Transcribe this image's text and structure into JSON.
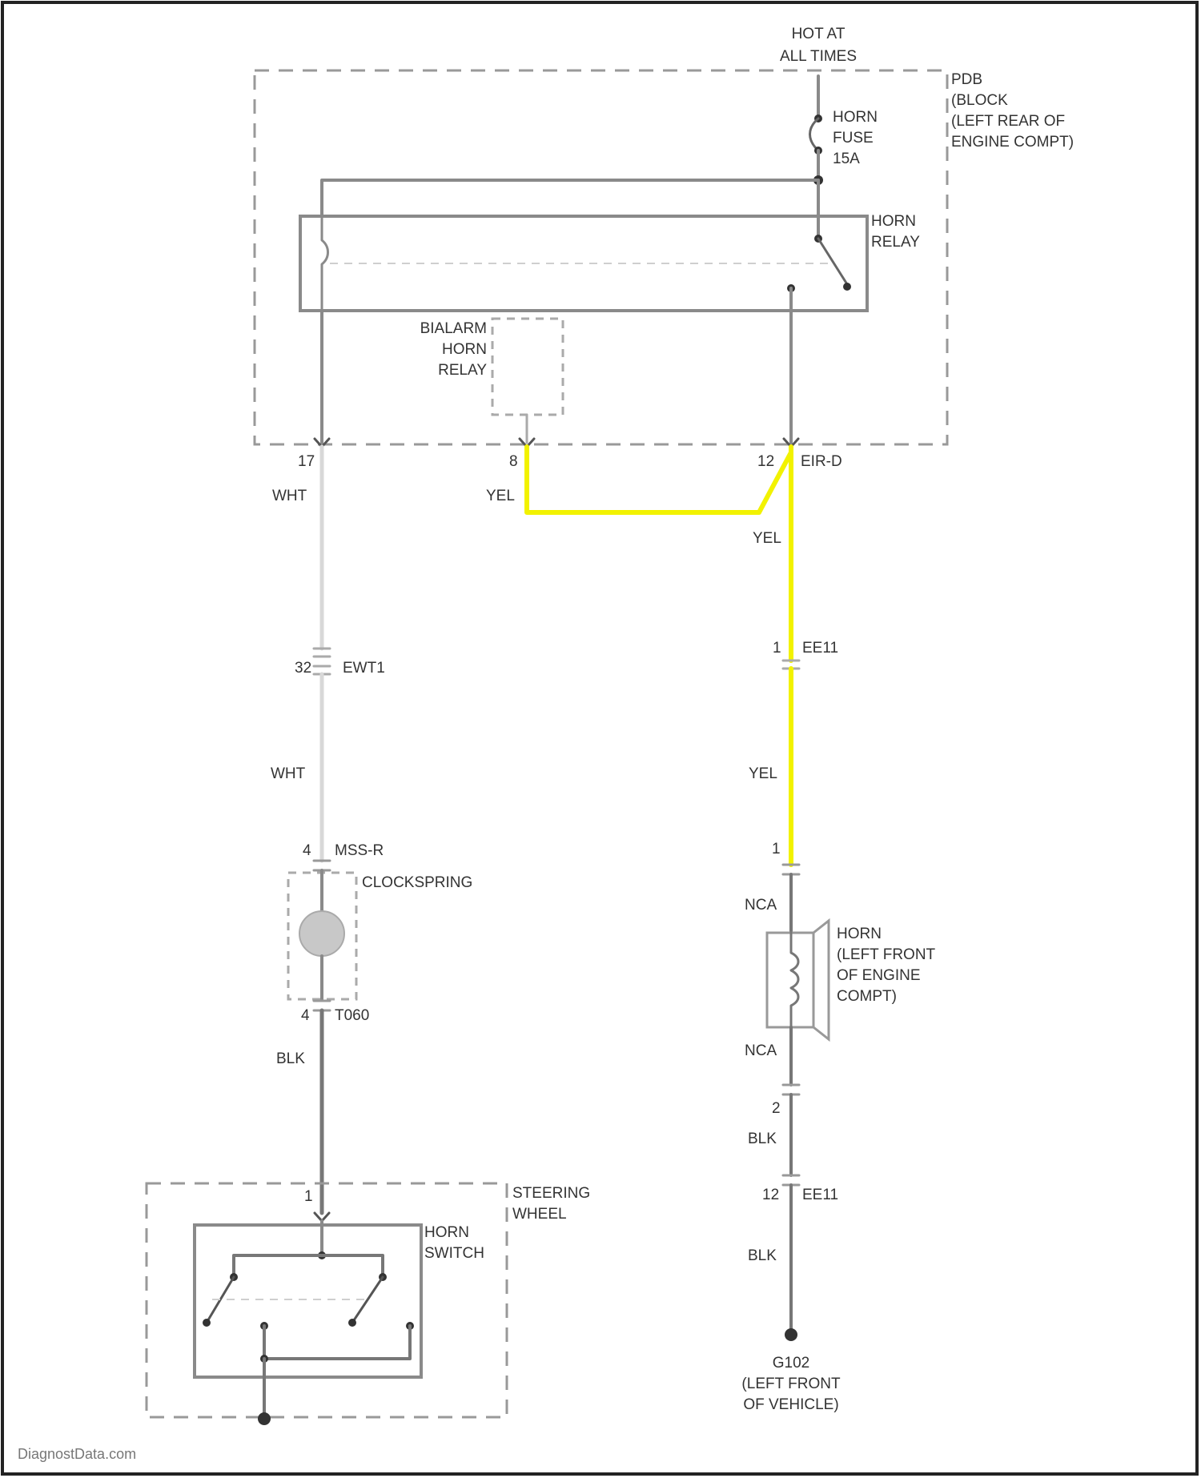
{
  "colors": {
    "wire_default": "#8a8a8a",
    "wire_wht": "#d8d8d8",
    "wire_highlight": "#f2f200",
    "wire_blk": "#777777",
    "text": "#333333"
  },
  "supply": {
    "line1": "HOT AT",
    "line2": "ALL TIMES"
  },
  "pdb": {
    "line1": "PDB",
    "line2": "(BLOCK",
    "line3": "(LEFT REAR OF",
    "line4": "ENGINE COMPT)"
  },
  "horn_fuse": {
    "line1": "HORN",
    "line2": "FUSE",
    "line3": "15A"
  },
  "horn_relay": {
    "line1": "HORN",
    "line2": "RELAY"
  },
  "bialarm_relay": {
    "line1": "BIALARM",
    "line2": "HORN",
    "line3": "RELAY"
  },
  "pdb_pins": {
    "left": "17",
    "middle": "8",
    "right": "12",
    "connector": "EIR-D"
  },
  "wire_labels": {
    "wht_upper": "WHT",
    "wht_lower": "WHT",
    "yel_jumper": "YEL",
    "yel_upper": "YEL",
    "yel_lower": "YEL",
    "blk_clock": "BLK",
    "nca_upper": "NCA",
    "nca_lower": "NCA",
    "blk_horn_upper": "BLK",
    "blk_horn_lower": "BLK"
  },
  "connectors": {
    "left_inline_pin": "32",
    "left_inline_name": "EWT1",
    "clock_top_pin": "4",
    "clock_top_name": "MSS-R",
    "clock_bot_pin": "4",
    "clock_bot_name": "T060",
    "right_inline_pin": "1",
    "right_inline_name": "EE11",
    "horn_top_pin": "1",
    "horn_bot_pin": "2",
    "right_lower_pin": "12",
    "right_lower_name": "EE11",
    "switch_pin": "1"
  },
  "clockspring": {
    "label": "CLOCKSPRING"
  },
  "horn": {
    "line1": "HORN",
    "line2": "(LEFT FRONT",
    "line3": "OF ENGINE",
    "line4": "COMPT)"
  },
  "steering_wheel": {
    "line1": "STEERING",
    "line2": "WHEEL"
  },
  "horn_switch": {
    "line1": "HORN",
    "line2": "SWITCH"
  },
  "ground": {
    "line1": "G102",
    "line2": "(LEFT FRONT",
    "line3": "OF VEHICLE)"
  },
  "watermark": "DiagnostData.com"
}
